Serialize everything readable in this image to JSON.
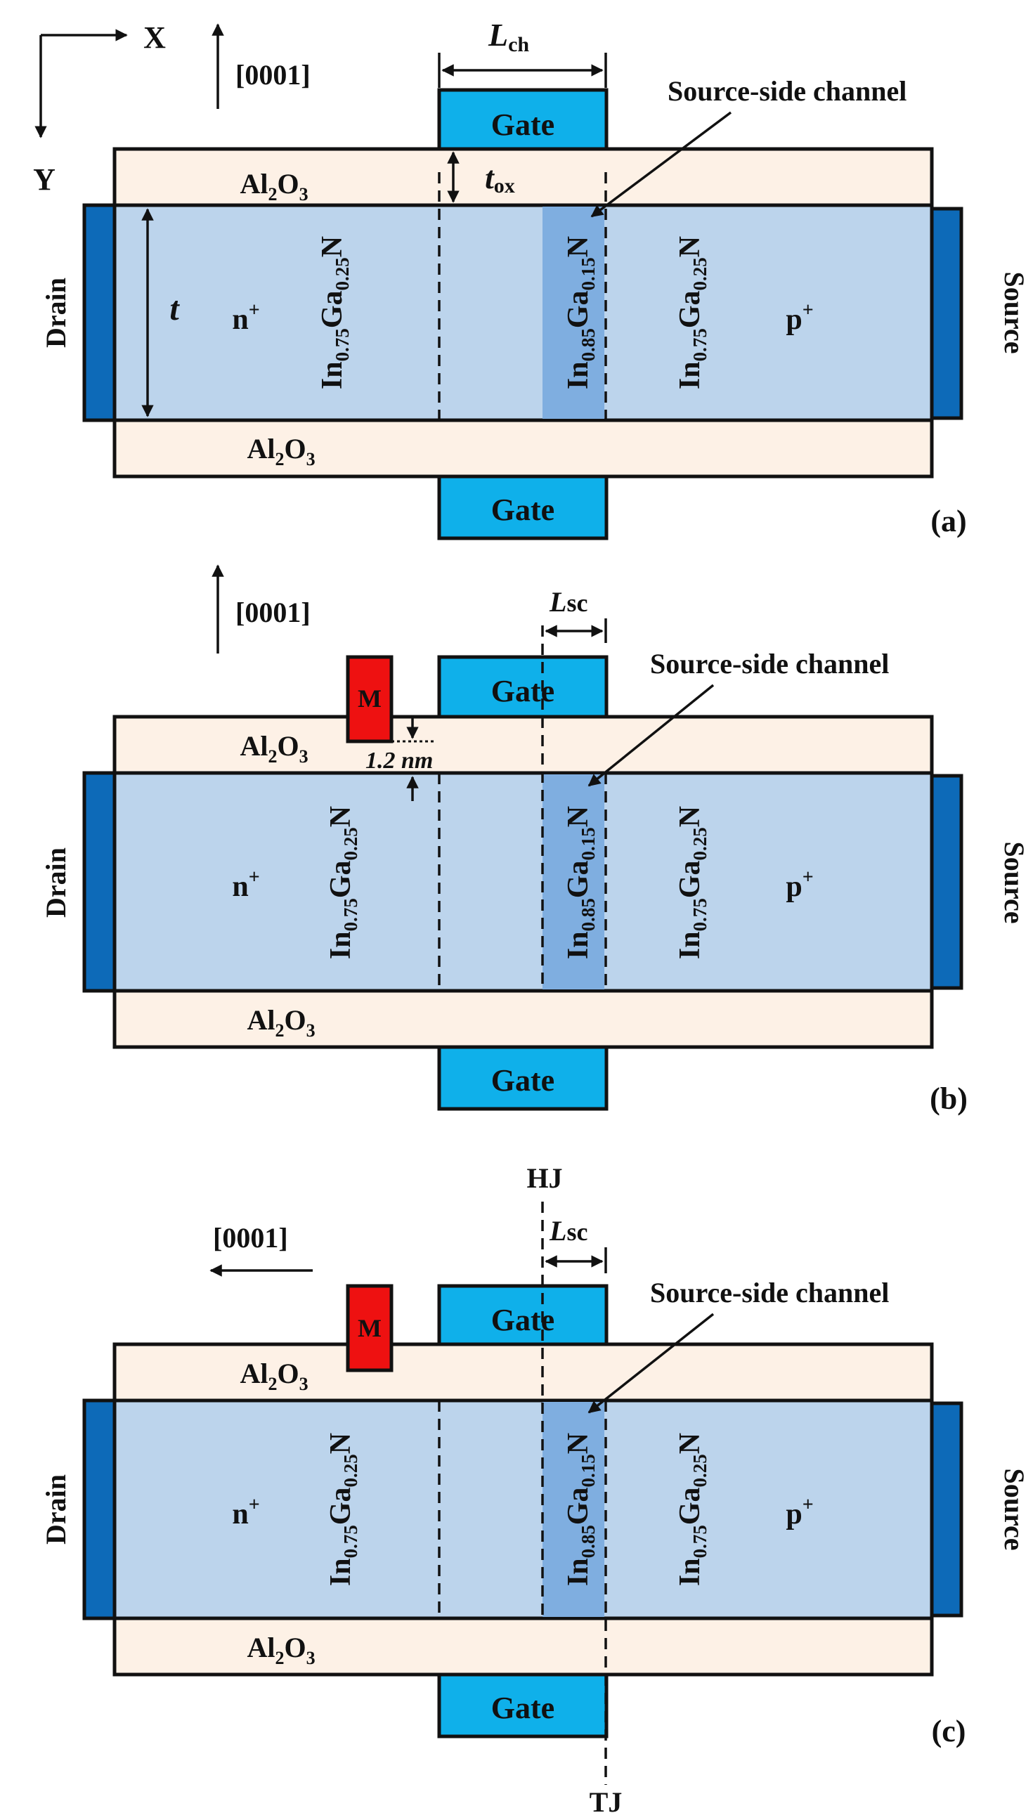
{
  "colors": {
    "oxide": "#fdf1e6",
    "body": "#bcd4ec",
    "source_channel": "#7faee0",
    "contact": "#0d6ab8",
    "gate": "#0fb0ea",
    "metal": "#ee1111"
  },
  "axes": {
    "x": "X",
    "y": "Y"
  },
  "panel_a": {
    "direction": "[0001]",
    "lch": {
      "main": "L",
      "sub": "ch"
    },
    "tox": {
      "main": "t",
      "sub": "ox"
    },
    "t": "t",
    "gate_top": "Gate",
    "gate_bottom": "Gate",
    "oxide_top": {
      "a": "Al",
      "b": "2",
      "c": "O",
      "d": "3"
    },
    "oxide_bottom": {
      "a": "Al",
      "b": "2",
      "c": "O",
      "d": "3"
    },
    "drain": "Drain",
    "source": "Source",
    "n_region": {
      "main": "n",
      "sup": "+"
    },
    "p_region": {
      "main": "p",
      "sup": "+"
    },
    "mat_left": {
      "a": "In",
      "b": "0.75",
      "c": "Ga",
      "d": "0.25",
      "e": "N"
    },
    "mat_mid": {
      "a": "In",
      "b": "0.85",
      "c": "Ga",
      "d": "0.15",
      "e": "N"
    },
    "mat_right": {
      "a": "In",
      "b": "0.75",
      "c": "Ga",
      "d": "0.25",
      "e": "N"
    },
    "callout": "Source-side channel",
    "label": "(a)"
  },
  "panel_b": {
    "direction": "[0001]",
    "lsc": {
      "main": "L",
      "sub": "sc"
    },
    "metal": "M",
    "distance": "1.2 nm",
    "gate_top": "Gate",
    "gate_bottom": "Gate",
    "oxide_top": {
      "a": "Al",
      "b": "2",
      "c": "O",
      "d": "3"
    },
    "oxide_bottom": {
      "a": "Al",
      "b": "2",
      "c": "O",
      "d": "3"
    },
    "drain": "Drain",
    "source": "Source",
    "n_region": {
      "main": "n",
      "sup": "+"
    },
    "p_region": {
      "main": "p",
      "sup": "+"
    },
    "mat_left": {
      "a": "In",
      "b": "0.75",
      "c": "Ga",
      "d": "0.25",
      "e": "N"
    },
    "mat_mid": {
      "a": "In",
      "b": "0.85",
      "c": "Ga",
      "d": "0.15",
      "e": "N"
    },
    "mat_right": {
      "a": "In",
      "b": "0.75",
      "c": "Ga",
      "d": "0.25",
      "e": "N"
    },
    "callout": "Source-side channel",
    "label": "(b)"
  },
  "panel_c": {
    "direction": "[0001]",
    "hj": "HJ",
    "tj": "TJ",
    "lsc": {
      "main": "L",
      "sub": "sc"
    },
    "metal": "M",
    "gate_top": "Gate",
    "gate_bottom": "Gate",
    "oxide_top": {
      "a": "Al",
      "b": "2",
      "c": "O",
      "d": "3"
    },
    "oxide_bottom": {
      "a": "Al",
      "b": "2",
      "c": "O",
      "d": "3"
    },
    "drain": "Drain",
    "source": "Source",
    "n_region": {
      "main": "n",
      "sup": "+"
    },
    "p_region": {
      "main": "p",
      "sup": "+"
    },
    "mat_left": {
      "a": "In",
      "b": "0.75",
      "c": "Ga",
      "d": "0.25",
      "e": "N"
    },
    "mat_mid": {
      "a": "In",
      "b": "0.85",
      "c": "Ga",
      "d": "0.15",
      "e": "N"
    },
    "mat_right": {
      "a": "In",
      "b": "0.75",
      "c": "Ga",
      "d": "0.25",
      "e": "N"
    },
    "callout": "Source-side channel",
    "label": "(c)"
  }
}
